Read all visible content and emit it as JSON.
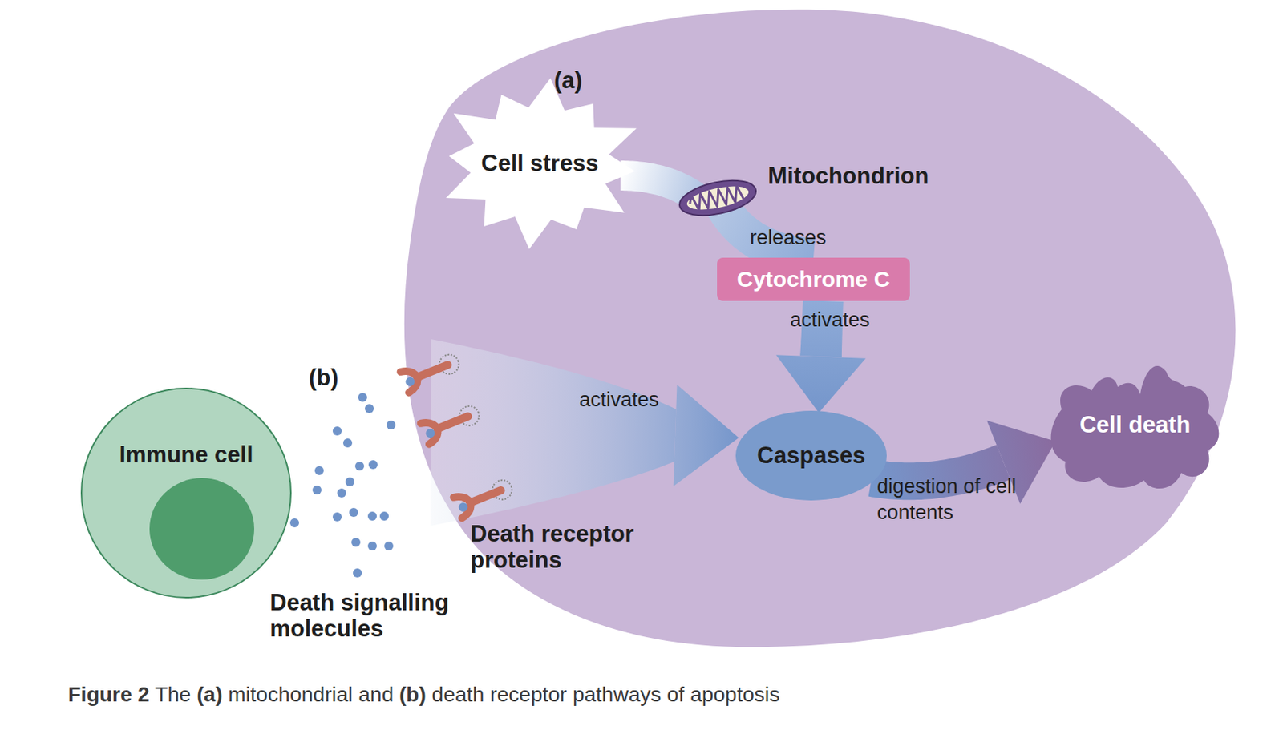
{
  "diagram": {
    "caption": "Figure 2 The (a) mitochondrial and (b) death receptor pathways of apoptosis",
    "nodes": [
      {
        "text": [
          "Cell stress"
        ]
      },
      {
        "text": [
          "Mitochondrion"
        ]
      },
      {
        "text": [
          "Cytochrome C"
        ]
      },
      {
        "text": [
          "Immune cell"
        ]
      },
      {
        "text": [
          "Death receptor proteins"
        ]
      },
      {
        "text": [
          "Caspases"
        ]
      },
      {
        "text": [
          "Cell death"
        ]
      }
    ],
    "edges": [
      {
        "from": 0,
        "to": 1,
        "arrow": "none"
      },
      {
        "from": 1,
        "to": 2,
        "label": "releases",
        "arrow": "none"
      },
      {
        "from": 2,
        "to": 5,
        "label": "activates",
        "arrow": "to"
      },
      {
        "from": 4,
        "to": 5,
        "label": "activates",
        "arrow": "to"
      },
      {
        "from": 5,
        "to": 6,
        "label": "digestion of cell contents",
        "arrow": "to"
      }
    ],
    "labels": [
      "(a)",
      "(b)",
      "Death signalling molecules"
    ]
  }
}
